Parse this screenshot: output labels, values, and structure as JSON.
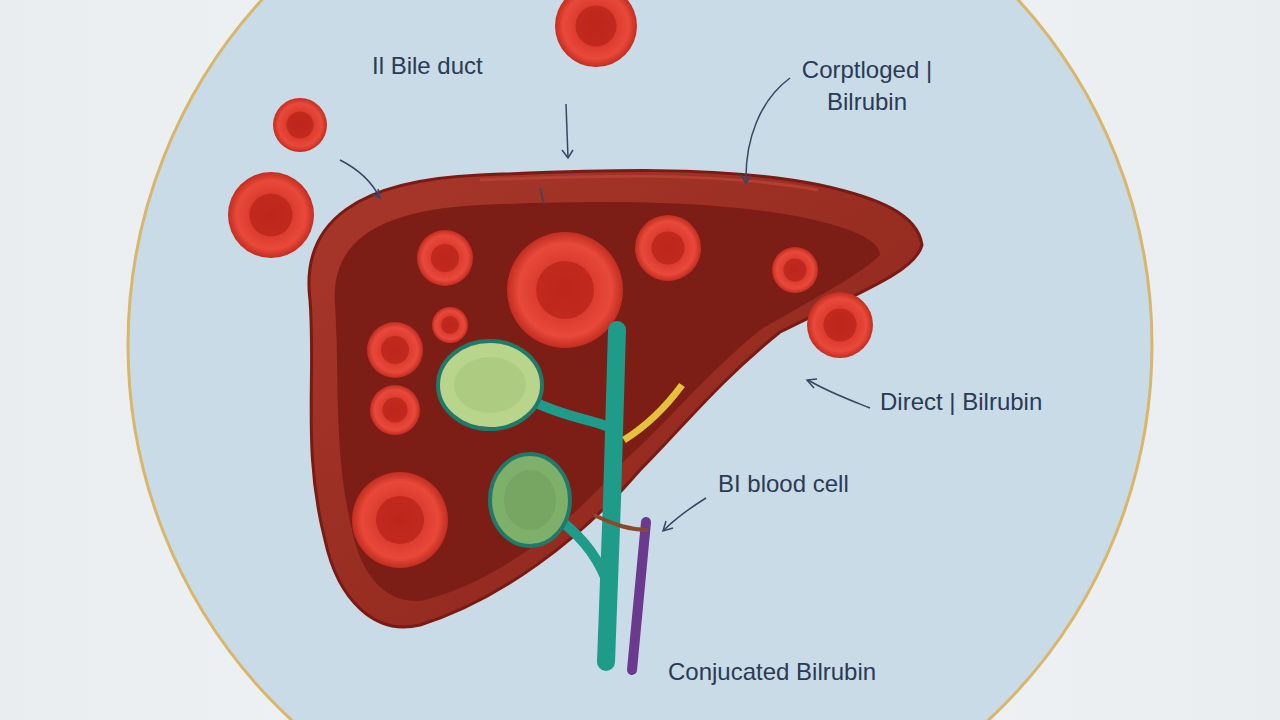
{
  "diagram": {
    "labels": [
      "Il Bile duct",
      "Corptloged | Bilrubin",
      "Direct | Bilrubin",
      "BI blood cell",
      "Conjucated Bilrubin"
    ]
  }
}
